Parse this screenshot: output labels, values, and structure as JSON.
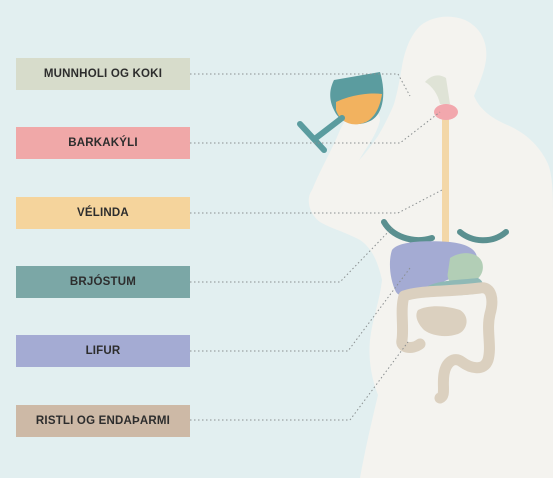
{
  "labels": [
    {
      "id": "mouth",
      "text": "MUNNHOLI OG KOKI",
      "color": "#d7dccb"
    },
    {
      "id": "larynx",
      "text": "BARKAKÝLI",
      "color": "#f0a8a8"
    },
    {
      "id": "esophagus",
      "text": "VÉLINDA",
      "color": "#f5d49c"
    },
    {
      "id": "breast",
      "text": "BRJÓSTUM",
      "color": "#7ba7a6"
    },
    {
      "id": "liver",
      "text": "LIFUR",
      "color": "#a4abd3"
    },
    {
      "id": "colon",
      "text": "RISTLI OG ENDAÞARMI",
      "color": "#cdb9a6"
    }
  ],
  "colors": {
    "background": "#e2eff0",
    "body": "#f4f3ef",
    "glass": "#5b9c9f",
    "wine": "#f2b25f",
    "larynx": "#f2a7ad",
    "esophagus": "#f3d7a7",
    "breast": "#5a9090",
    "liver": "#a4abd3",
    "stomach": "#b2ceb6",
    "intestine": "#dbd0bf",
    "pancreas": "#8fb9b6",
    "leader_line": "#8a8f90"
  }
}
